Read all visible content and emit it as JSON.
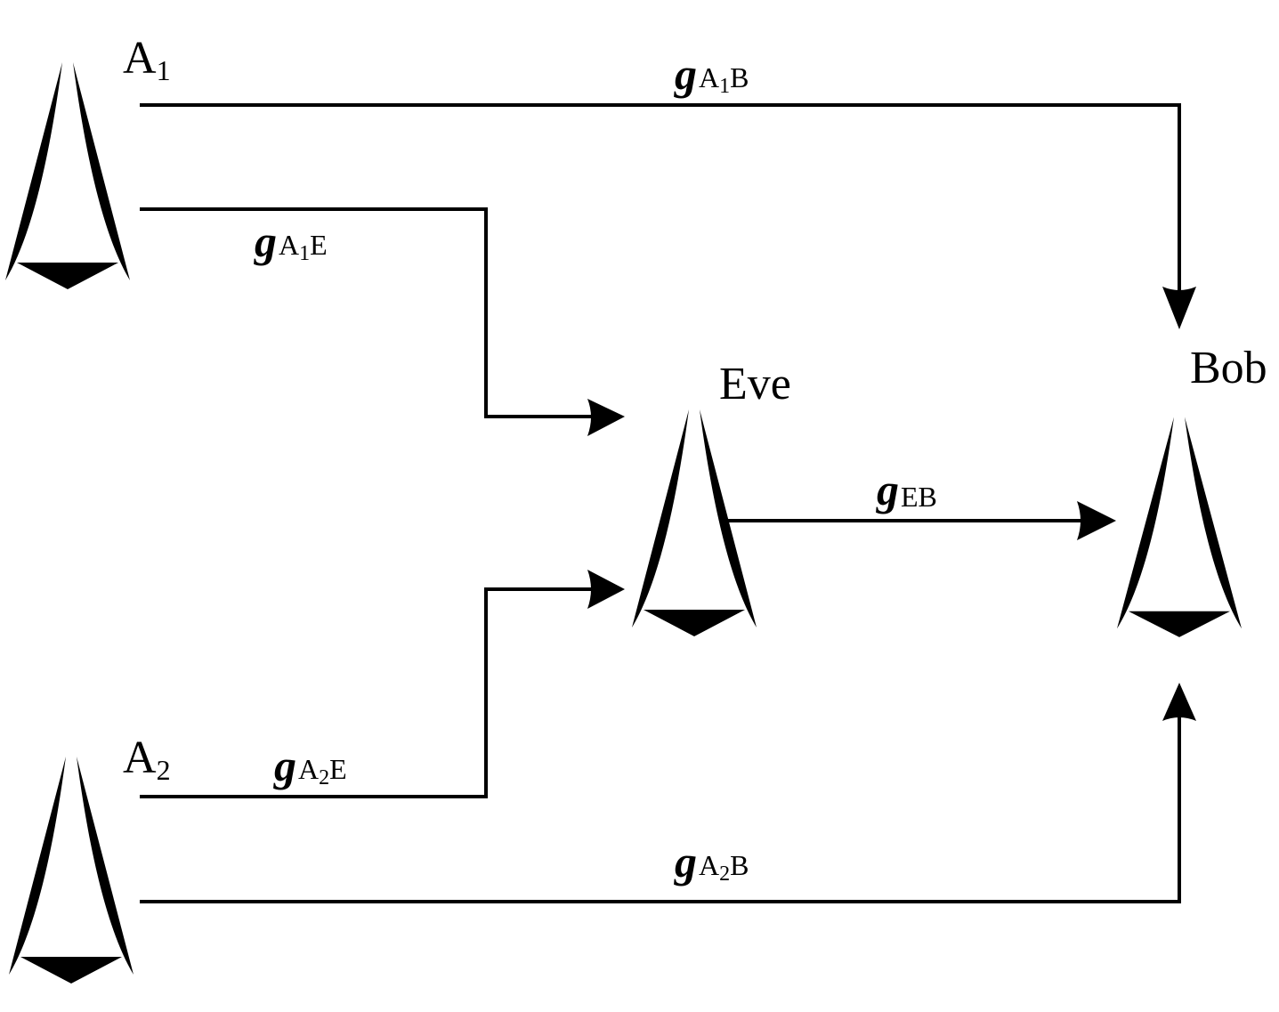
{
  "diagram": {
    "title": "",
    "nodes": [
      {
        "id": "A1",
        "label_base": "A",
        "label_sub": "1",
        "icon": "radio-tower-icon"
      },
      {
        "id": "A2",
        "label_base": "A",
        "label_sub": "2",
        "icon": "radio-tower-icon"
      },
      {
        "id": "Eve",
        "label_base": "Eve",
        "label_sub": "",
        "icon": "radio-tower-icon"
      },
      {
        "id": "Bob",
        "label_base": "Bob",
        "label_sub": "",
        "icon": "radio-tower-icon"
      }
    ],
    "edges": [
      {
        "from": "A1",
        "to": "Bob",
        "label_main": "g",
        "label_sub_a": "A",
        "label_sub_idx": "1",
        "label_sub_b": "B"
      },
      {
        "from": "A1",
        "to": "Eve",
        "label_main": "g",
        "label_sub_a": "A",
        "label_sub_idx": "1",
        "label_sub_b": "E"
      },
      {
        "from": "Eve",
        "to": "Bob",
        "label_main": "g",
        "label_sub_a": "EB",
        "label_sub_idx": "",
        "label_sub_b": ""
      },
      {
        "from": "A2",
        "to": "Eve",
        "label_main": "g",
        "label_sub_a": "A",
        "label_sub_idx": "2",
        "label_sub_b": "E"
      },
      {
        "from": "A2",
        "to": "Bob",
        "label_main": "g",
        "label_sub_a": "A",
        "label_sub_idx": "2",
        "label_sub_b": "B"
      }
    ]
  }
}
